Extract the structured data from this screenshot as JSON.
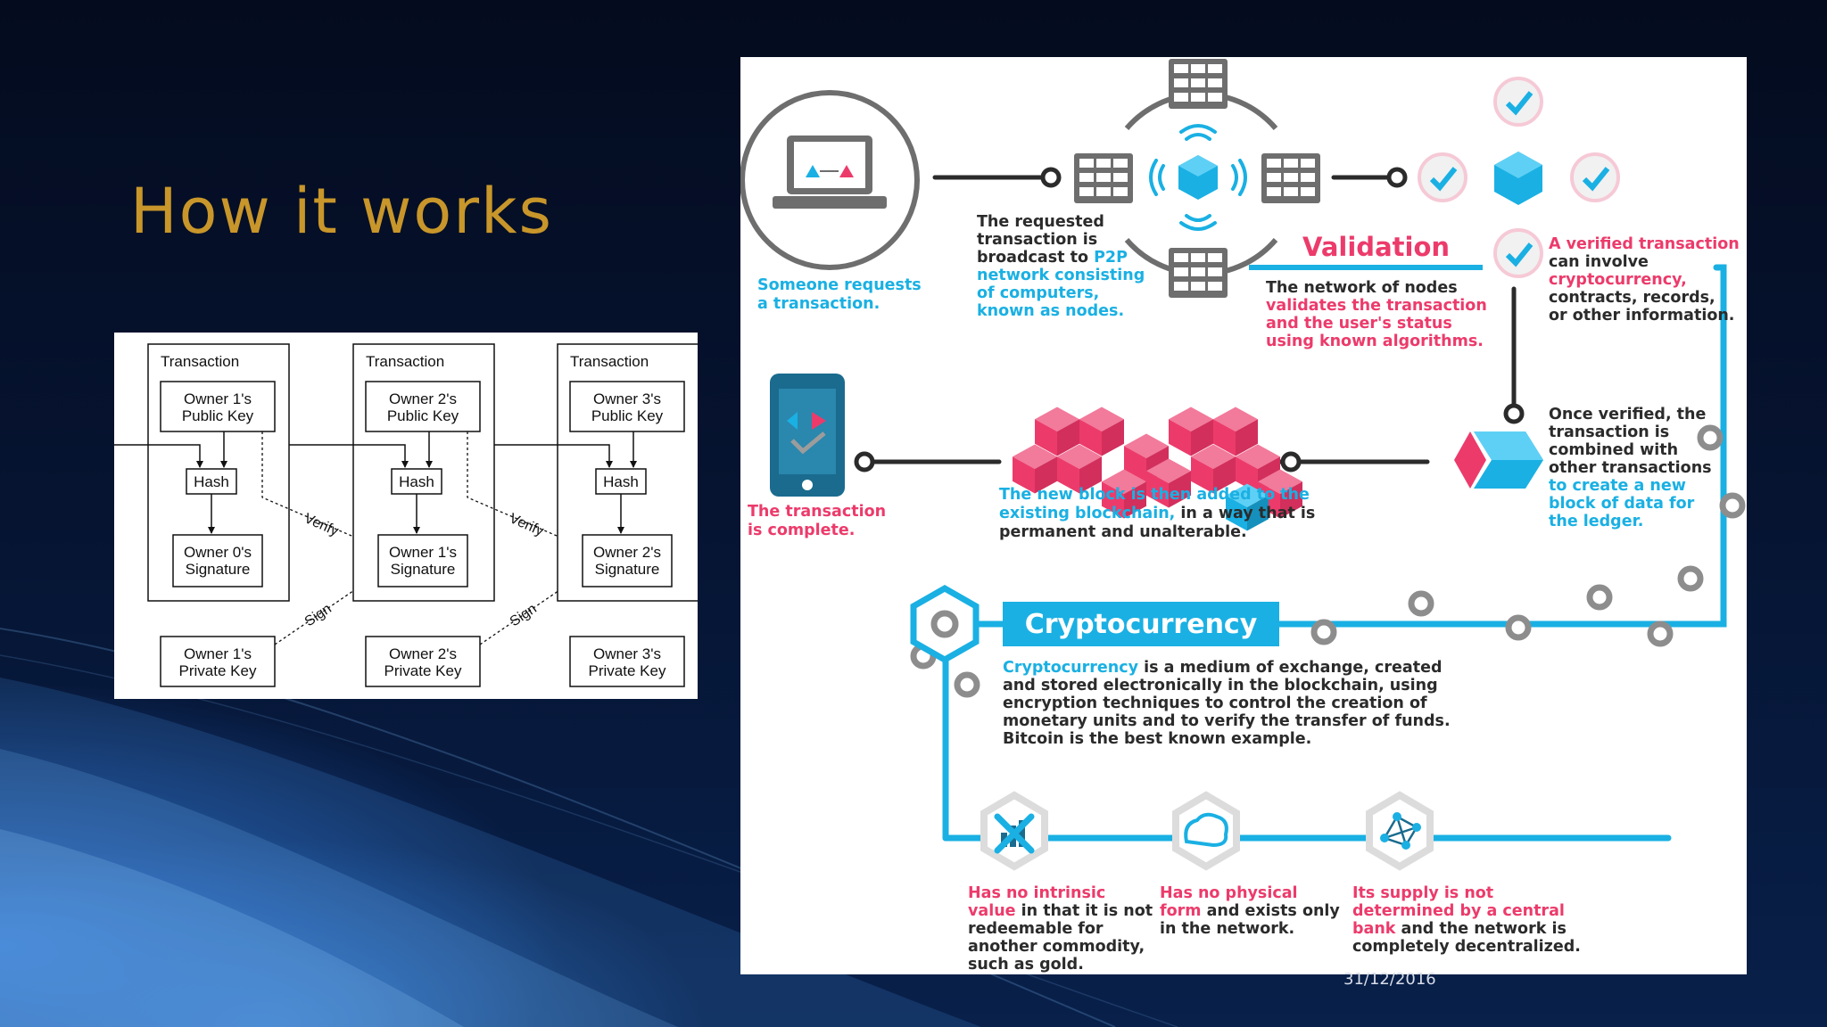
{
  "slide": {
    "title": "How it works",
    "date": "31/12/2016"
  },
  "chain": {
    "columns": [
      {
        "header": "Transaction",
        "pubkey": [
          "Owner 1's",
          "Public Key"
        ],
        "hash": "Hash",
        "signature": [
          "Owner 0's",
          "Signature"
        ],
        "privkey": [
          "Owner 1's",
          "Private Key"
        ]
      },
      {
        "header": "Transaction",
        "pubkey": [
          "Owner 2's",
          "Public Key"
        ],
        "hash": "Hash",
        "signature": [
          "Owner 1's",
          "Signature"
        ],
        "privkey": [
          "Owner 2's",
          "Private Key"
        ]
      },
      {
        "header": "Transaction",
        "pubkey": [
          "Owner 3's",
          "Public Key"
        ],
        "hash": "Hash",
        "signature": [
          "Owner 2's",
          "Signature"
        ],
        "privkey": [
          "Owner 3's",
          "Private Key"
        ]
      }
    ],
    "verify_label": "Verify",
    "sign_label": "Sign"
  },
  "infographic": {
    "colors": {
      "cyan": "#1ab0e3",
      "pink": "#ec3b6b",
      "gray": "#7a7a7a",
      "text": "#2b2b2b"
    },
    "request": [
      "Someone requests",
      "a transaction."
    ],
    "broadcast": {
      "dark": [
        "The requested",
        "transaction is",
        "broadcast to "
      ],
      "cyan_inline": "P2P",
      "cyan": [
        "network consisting",
        "of computers,",
        "known as nodes."
      ]
    },
    "validation": {
      "title": "Validation",
      "dark": "The network of nodes",
      "pink": [
        "validates the transaction",
        "and the user's status",
        "using known algorithms."
      ]
    },
    "verified": {
      "pink": "A verified transaction",
      "dark": "can involve",
      "pink2": "cryptocurrency,",
      "dark2": [
        "contracts, records,",
        "or other information."
      ]
    },
    "combined": {
      "dark": [
        "Once verified, the",
        "transaction is",
        "combined with",
        "other transactions"
      ],
      "cyan": [
        "to create a new",
        "block of data for",
        "the ledger."
      ]
    },
    "block_added": {
      "cyan": [
        "The new block is then added to the",
        "existing blockchain,"
      ],
      "dark_inline": " in a way that is",
      "dark": "permanent and unalterable."
    },
    "complete": [
      "The transaction",
      "is complete."
    ],
    "crypto": {
      "banner": "Cryptocurrency",
      "cyan_word": "Cryptocurrency",
      "line1": " is a medium of exchange, created",
      "lines": [
        "and stored electronically in the blockchain, using",
        "encryption techniques to control the creation of",
        "monetary units and to verify the transfer of funds.",
        "Bitcoin is the best known example."
      ]
    },
    "features": [
      {
        "icon": "no-value-icon",
        "pink": [
          "Has no intrinsic",
          "value"
        ],
        "dark_inline": " in that it is not",
        "dark": [
          "redeemable for",
          "another commodity,",
          "such as gold."
        ]
      },
      {
        "icon": "no-physical-form-icon",
        "pink": [
          "Has no physical",
          "form"
        ],
        "dark_inline": " and exists only",
        "dark": [
          "in the network."
        ]
      },
      {
        "icon": "decentralized-network-icon",
        "pink": [
          "Its supply is not",
          "determined by a central",
          "bank"
        ],
        "dark_inline": " and the network is",
        "dark": [
          "completely decentralized."
        ]
      }
    ]
  }
}
